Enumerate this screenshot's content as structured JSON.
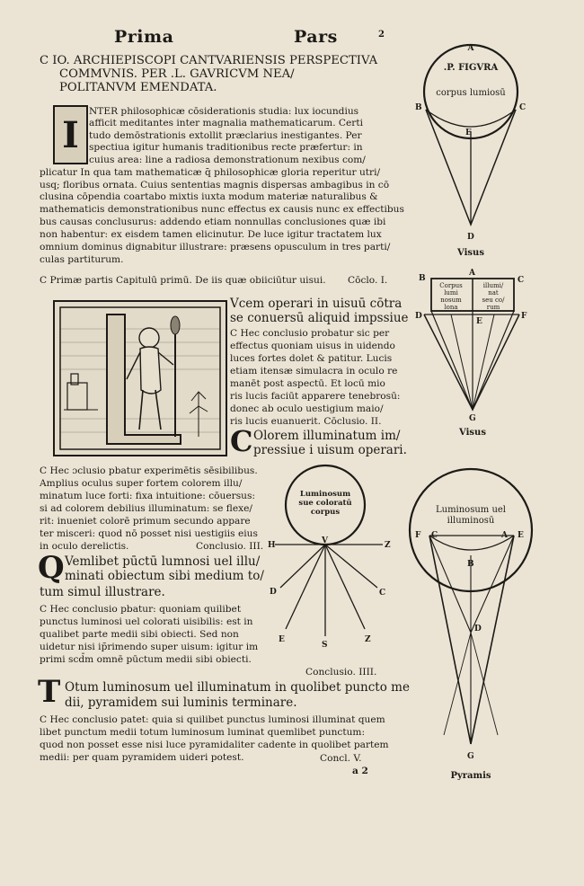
{
  "header": {
    "left": "Prima",
    "center": "Pars",
    "page_number": "2"
  },
  "title": [
    "C IO. ARCHIEPISCOPI CANTVARIENSIS PERSPECTIVA",
    "COMMVNIS. PER .L. GAVRICVM NEA/",
    "POLITANVM EMENDATA."
  ],
  "intro_initial": "I",
  "intro": [
    "NTER philosophicæ cōsiderationis studia: lux iocundius",
    "afficit meditantes inter magnalia mathematicarum. Certi",
    "tudo demōstrationis extollit præclarius inestigantes. Per",
    "spectiua igitur humanis traditionibus recte præfertur: in",
    "cuius area: line a radiosa demonstrationum nexibus com/",
    "plicatur In qua tam mathematicæ q̄ philosophicæ gloria reperitur utri/",
    "usq; floribus ornata. Cuius sententias magnis dispersas ambagibus in cō",
    "clusina cōpendia coartabo mixtis iuxta modum materiæ naturalibus &",
    "mathematicis demonstrationibus nunc effectus ex causis nunc ex effectibus",
    "bus causas conclusurus: addendo etiam nonnullas conclusiones quæ ibi",
    "non habentur: ex eisdem tamen elicinutur. De luce igitur tractatem lux",
    "omnium dominus dignabitur illustrare: præsens opusculum in tres parti/",
    "culas partiturum."
  ],
  "chapter_heading": "C Primæ partis Capitulū primū. De iis quæ obiiciūtur uisui.",
  "chapter_heading_tail": "Cōclo. I.",
  "section1": {
    "initial": "L",
    "lines": [
      "Vcem operari in uisuū cōtra",
      "se conuersū aliquid impssiue",
      "C Hec conclusio probatur sic per",
      "effectus quoniam uisus in uidendo",
      "luces fortes dolet & patitur. Lucis",
      "etiam itensæ simulacra in oculo re",
      "manēt post aspectū. Et locū mio",
      "ris lucis faciūt apparere tenebrosū:",
      "donec ab oculo uestigium maio/",
      "ris lucis euanuerit. Cōclusio. II."
    ]
  },
  "section2": {
    "initial": "C",
    "lines": [
      "Olorem illuminatum im/",
      "pressiue i uisum operari."
    ],
    "body": [
      "C Hec ɔclusio pbatur experimētis sēsibilibus.",
      "Amplius oculus super fortem colorem illu/",
      "minatum luce forti: fixa intuitione: cōuersus:",
      "si ad colorem debilius illuminatum: se flexe/",
      "rit: inueniet colorē primum secundo appare",
      "ter misceri: quod nō posset nisi uestigiis eius",
      "in oculo derelictis.",
      "Conclusio. III."
    ]
  },
  "section3": {
    "initial": "Q",
    "lines": [
      "Vemlibet pūctū lumnosi uel illu/",
      "minati obiectum sibi medium to/",
      "tum simul illustrare."
    ],
    "body": [
      "C Hec conclusio pbatur: quoniam quilibet",
      "punctus luminosi uel colorati uisibilis: est in",
      "qualibet parte medii sibi obiecti. Sed non",
      "uidetur nisi ip̄rimendo super uisum: igitur im",
      "primi scd̄m omnē pūctum medii sibi obiecti."
    ],
    "tail": "Conclusio. IIII."
  },
  "section4": {
    "initial": "T",
    "lines": [
      "Otum luminosum uel illuminatum in quolibet puncto me",
      "dii, pyramidem sui luminis terminare."
    ],
    "body": [
      "C Hec conclusio patet: quia si quilibet punctus luminosi illuminat quem",
      "libet punctum medii totum luminosum luminat quemlibet punctum:",
      "quod non posset esse nisi luce pyramidaliter cadente in quolibet partem",
      "medii: per quam pyramidem uideri potest."
    ],
    "tail": "Concl. V."
  },
  "signature": "a 2",
  "figures": {
    "fig1": {
      "title": ".P. FIGVRA",
      "caption": "corpus lumiosū",
      "top_letter": "A",
      "left_letter": "B",
      "right_letter": "C",
      "mid_letter": "E",
      "bottom_letter": "D",
      "label": "Visus"
    },
    "fig2": {
      "left_box": [
        "Corpus",
        "lumi",
        "nosum",
        "lona"
      ],
      "right_box": [
        "illumi/",
        "nat",
        "seu co/",
        "rum"
      ],
      "letters": {
        "a": "A",
        "b": "B",
        "c": "C",
        "d": "D",
        "e": "E",
        "f": "F",
        "g": "G"
      },
      "label": "Visus"
    },
    "fig3": {
      "caption": [
        "Luminosum",
        "sue coloratū",
        "corpus"
      ],
      "letters": {
        "h": "H",
        "v": "V",
        "z": "Z",
        "d": "D",
        "c": "C",
        "e": "E",
        "s": "S"
      }
    },
    "fig4": {
      "caption": [
        "Luminosum uel",
        "illuminosū"
      ],
      "letters": {
        "f": "F",
        "c": "C",
        "a": "A",
        "e": "E",
        "b": "B",
        "d": "D",
        "g": "G"
      },
      "label": "Pyramis"
    }
  }
}
